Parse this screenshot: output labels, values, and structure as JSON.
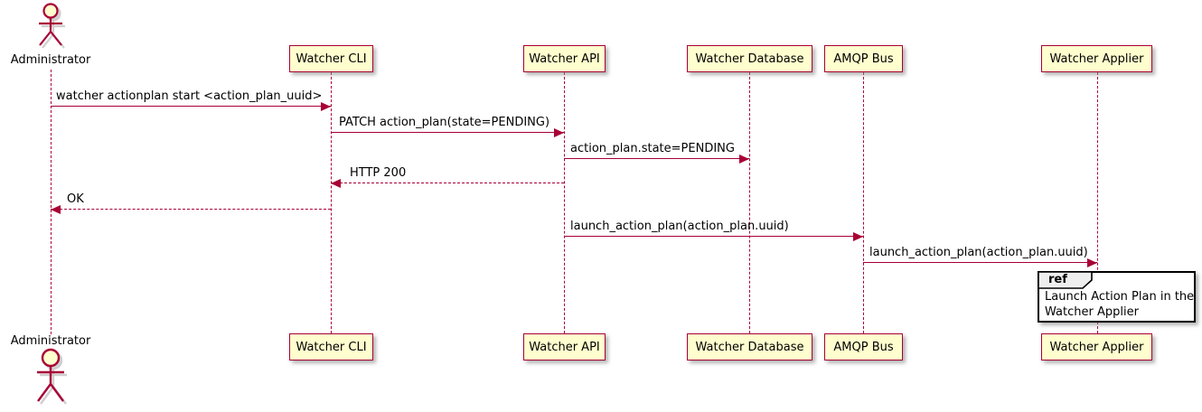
{
  "diagram": {
    "type": "uml-sequence",
    "colors": {
      "participant_fill": "#FEFECE",
      "stroke": "#A80036",
      "text": "#000000",
      "ref_border": "#000000",
      "ref_tab_fill": "#EEEEEE"
    }
  },
  "participants": [
    {
      "id": "administrator",
      "name": "Administrator",
      "kind": "actor"
    },
    {
      "id": "watcher-cli",
      "name": "Watcher CLI",
      "kind": "participant"
    },
    {
      "id": "watcher-api",
      "name": "Watcher API",
      "kind": "participant"
    },
    {
      "id": "watcher-database",
      "name": "Watcher Database",
      "kind": "participant"
    },
    {
      "id": "amqp-bus",
      "name": "AMQP Bus",
      "kind": "participant"
    },
    {
      "id": "watcher-applier",
      "name": "Watcher Applier",
      "kind": "participant"
    }
  ],
  "messages": [
    {
      "from": "Administrator",
      "to": "Watcher CLI",
      "label": "watcher actionplan start <action_plan_uuid>",
      "style": "solid"
    },
    {
      "from": "Watcher CLI",
      "to": "Watcher API",
      "label": "PATCH action_plan(state=PENDING)",
      "style": "solid"
    },
    {
      "from": "Watcher API",
      "to": "Watcher Database",
      "label": "action_plan.state=PENDING",
      "style": "solid"
    },
    {
      "from": "Watcher API",
      "to": "Watcher CLI",
      "label": "HTTP 200",
      "style": "dashed-return"
    },
    {
      "from": "Watcher CLI",
      "to": "Administrator",
      "label": "OK",
      "style": "dashed-return"
    },
    {
      "from": "Watcher API",
      "to": "AMQP Bus",
      "label": "launch_action_plan(action_plan.uuid)",
      "style": "solid"
    },
    {
      "from": "AMQP Bus",
      "to": "Watcher Applier",
      "label": "launch_action_plan(action_plan.uuid)",
      "style": "solid"
    }
  ],
  "ref": {
    "keyword": "ref",
    "over": "Watcher Applier",
    "lines": [
      "Launch Action Plan in the",
      "Watcher Applier"
    ]
  }
}
